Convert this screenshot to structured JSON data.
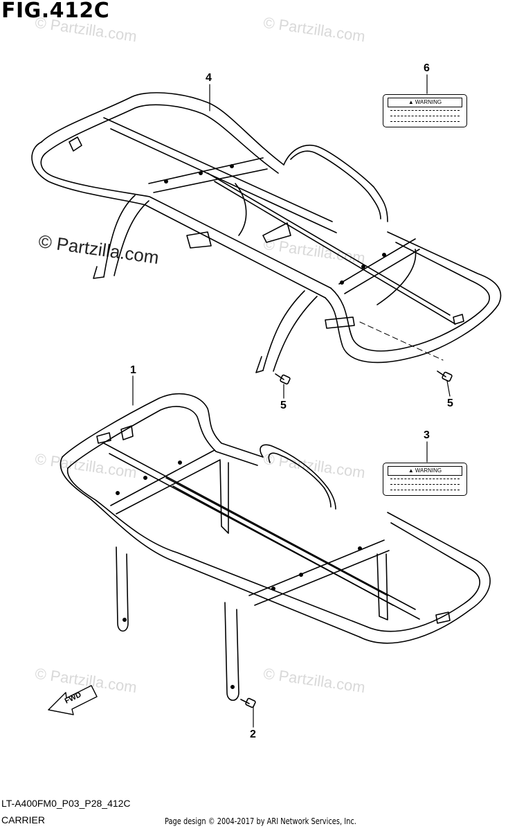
{
  "figure": {
    "title": "FIG.412C"
  },
  "watermarks": {
    "main": "© Partzilla.com",
    "faint": "© Partzilla.com"
  },
  "callouts": {
    "c1": "1",
    "c2": "2",
    "c3": "3",
    "c4": "4",
    "c5a": "5",
    "c5b": "5",
    "c6": "6"
  },
  "labels": {
    "warning_top": "WARNING",
    "warning_bottom": "WARNING"
  },
  "fwd_arrow": {
    "text": "FWD"
  },
  "footer": {
    "model_code": "LT-A400FM0_P03_P28_412C",
    "part_name": "CARRIER",
    "copyright": "Page design © 2004-2017 by ARI Network Services, Inc."
  }
}
